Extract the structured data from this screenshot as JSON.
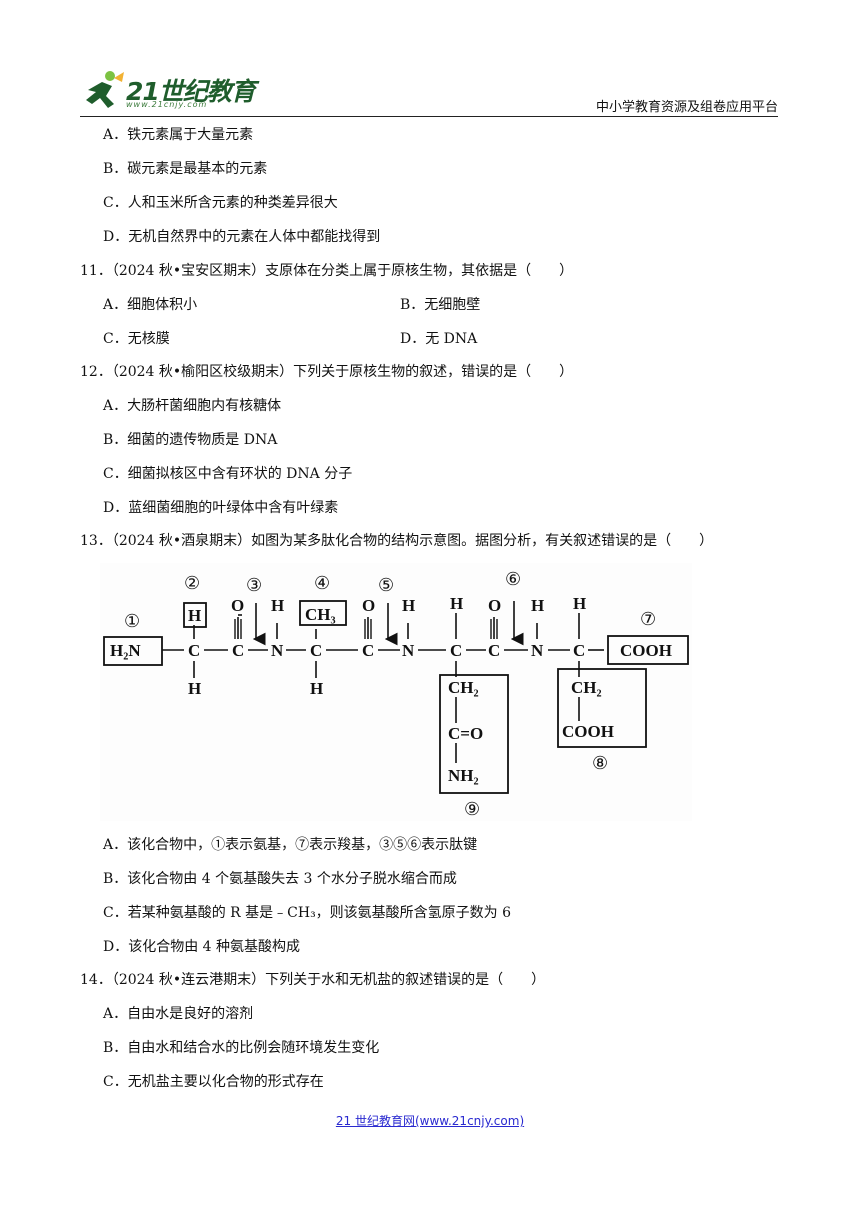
{
  "header": {
    "logo_text": "21世纪教育",
    "logo_sub": "www.21cnjy.com",
    "right_text": "中小学教育资源及组卷应用平台"
  },
  "q10_options": {
    "A": "A．铁元素属于大量元素",
    "B": "B．碳元素是最基本的元素",
    "C": "C．人和玉米所含元素的种类差异很大",
    "D": "D．无机自然界中的元素在人体中都能找得到"
  },
  "q11": {
    "stem": "11．（2024 秋•宝安区期末）支原体在分类上属于原核生物，其依据是（　　）",
    "A": "A．细胞体积小",
    "B": "B．无细胞壁",
    "C": "C．无核膜",
    "D": "D．无 DNA"
  },
  "q12": {
    "stem": "12．（2024 秋•榆阳区校级期末）下列关于原核生物的叙述，错误的是（　　）",
    "A": "A．大肠杆菌细胞内有核糖体",
    "B": "B．细菌的遗传物质是 DNA",
    "C": "C．细菌拟核区中含有环状的 DNA 分子",
    "D": "D．蓝细菌细胞的叶绿体中含有叶绿素"
  },
  "q13": {
    "stem": "13．（2024 秋•酒泉期末）如图为某多肽化合物的结构示意图。据图分析，有关叙述错误的是（　　）",
    "A": "A．该化合物中，①表示氨基，⑦表示羧基，③⑤⑥表示肽键",
    "B": "B．该化合物由 4 个氨基酸失去 3 个水分子脱水缩合而成",
    "C": "C．若某种氨基酸的 R 基是﹣CH₃，则该氨基酸所含氢原子数为 6",
    "D": "D．该化合物由 4 种氨基酸构成"
  },
  "diagram": {
    "circle_labels": [
      "①",
      "②",
      "③",
      "④",
      "⑤",
      "⑥",
      "⑦",
      "⑧",
      "⑨"
    ],
    "h2n": "H₂N",
    "cooh": "COOH",
    "ch3": "CH₃",
    "ch2": "CH₂",
    "c_eq_o": "C=O",
    "nh2": "NH₂",
    "atom_c": "C",
    "atom_n": "N",
    "atom_h": "H",
    "atom_o": "O"
  },
  "q14": {
    "stem": "14．（2024 秋•连云港期末）下列关于水和无机盐的叙述错误的是（　　）",
    "A": "A．自由水是良好的溶剂",
    "B": "B．自由水和结合水的比例会随环境发生变化",
    "C": "C．无机盐主要以化合物的形式存在"
  },
  "footer": "21 世纪教育网(www.21cnjy.com)",
  "colors": {
    "logo_green": "#1f5d2c",
    "footer_link": "#2a2ad0"
  }
}
